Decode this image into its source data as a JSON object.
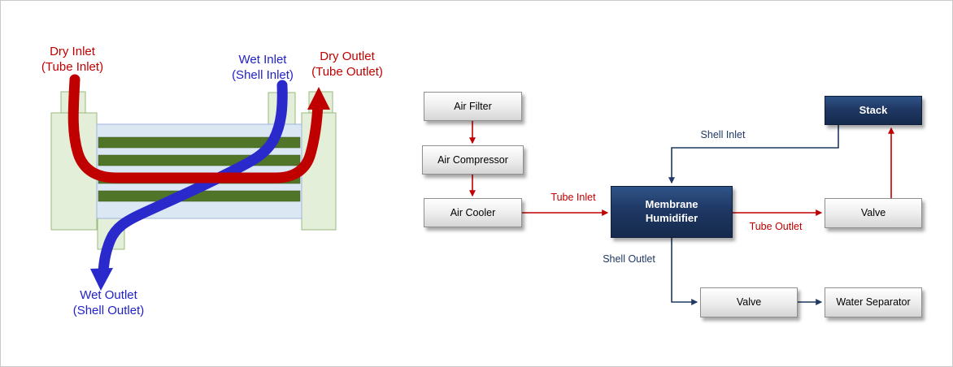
{
  "figure": {
    "illustration": {
      "dry_inlet_line1": "Dry Inlet",
      "dry_inlet_line2": "(Tube Inlet)",
      "wet_inlet_line1": "Wet Inlet",
      "wet_inlet_line2": "(Shell Inlet)",
      "dry_outlet_line1": "Dry Outlet",
      "dry_outlet_line2": "(Tube Outlet)",
      "wet_outlet_line1": "Wet Outlet",
      "wet_outlet_line2": "(Shell Outlet)"
    },
    "diagram": {
      "air_filter": "Air Filter",
      "air_compressor": "Air Compressor",
      "air_cooler": "Air Cooler",
      "membrane_humidifier": "Membrane Humidifier",
      "stack": "Stack",
      "valve_right": "Valve",
      "valve_bottom": "Valve",
      "water_separator": "Water Separator",
      "tube_inlet": "Tube Inlet",
      "tube_outlet": "Tube Outlet",
      "shell_inlet": "Shell Inlet",
      "shell_outlet": "Shell Outlet"
    },
    "colors": {
      "dry_stream_red": "#C00000",
      "wet_stream_blue": "#2929CC",
      "wet_line_navy": "#1F3864",
      "dark_node_bg": "#1F3864",
      "light_node_bg": "#D9D9D9",
      "membrane_green": "#507428",
      "end_cap_green": "#E3EFD9",
      "shell_body_blue": "#DCE7F4"
    }
  }
}
